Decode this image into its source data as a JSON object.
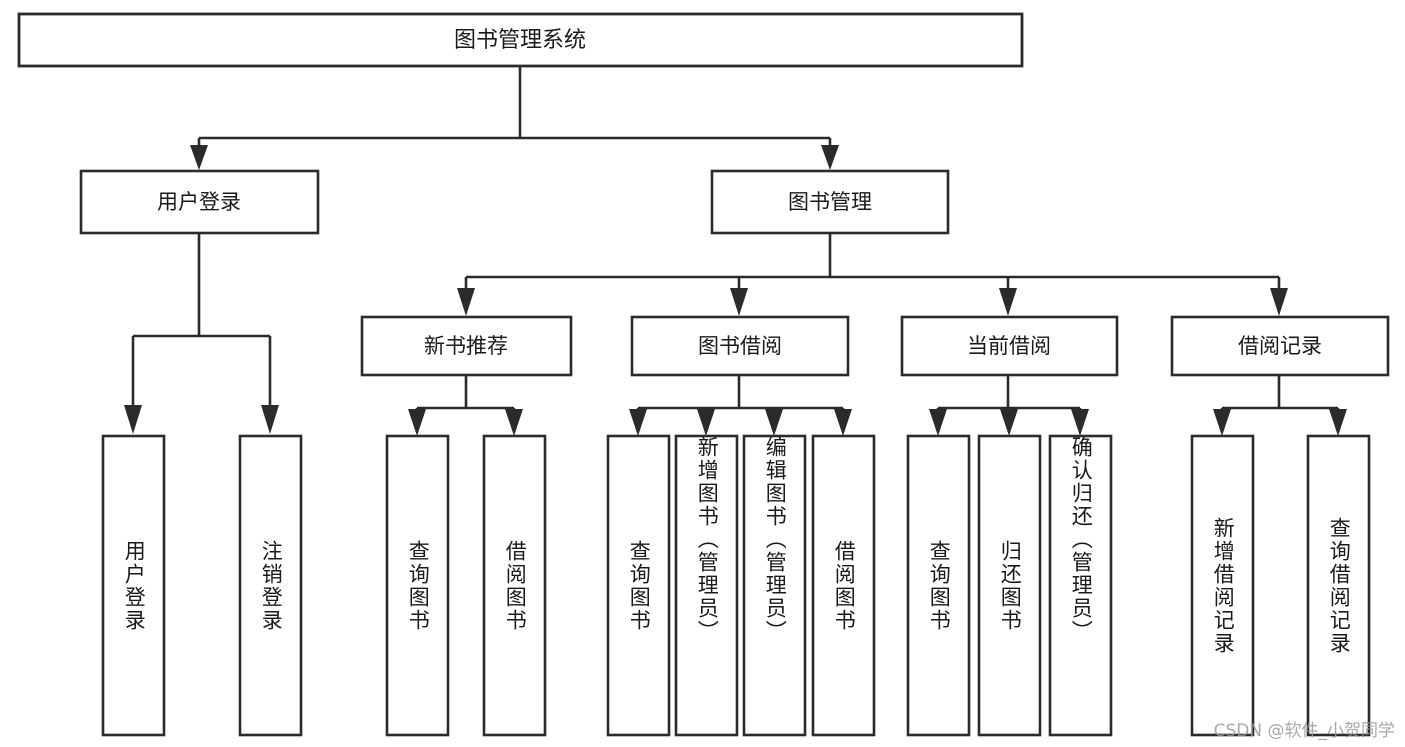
{
  "diagram": {
    "title": "图书管理系统",
    "type": "hierarchy-tree",
    "root": {
      "id": "root",
      "label": "图书管理系统",
      "orientation": "horizontal"
    },
    "level2": [
      {
        "id": "user-login",
        "label": "用户登录",
        "orientation": "horizontal"
      },
      {
        "id": "book-management",
        "label": "图书管理",
        "orientation": "horizontal"
      }
    ],
    "level3": [
      {
        "id": "new-book-recommend",
        "label": "新书推荐",
        "parent": "book-management",
        "orientation": "horizontal"
      },
      {
        "id": "book-borrow",
        "label": "图书借阅",
        "parent": "book-management",
        "orientation": "horizontal"
      },
      {
        "id": "current-borrow",
        "label": "当前借阅",
        "parent": "book-management",
        "orientation": "horizontal"
      },
      {
        "id": "borrow-record",
        "label": "借阅记录",
        "parent": "book-management",
        "orientation": "horizontal"
      }
    ],
    "leaves": [
      {
        "id": "leaf-user-login",
        "label": "用户登录",
        "parent": "user-login",
        "orientation": "vertical"
      },
      {
        "id": "leaf-user-logout",
        "label": "注销登录",
        "parent": "user-login",
        "orientation": "vertical"
      },
      {
        "id": "leaf-query-book-1",
        "label": "查询图书",
        "parent": "new-book-recommend",
        "orientation": "vertical"
      },
      {
        "id": "leaf-borrow-book-1",
        "label": "借阅图书",
        "parent": "new-book-recommend",
        "orientation": "vertical"
      },
      {
        "id": "leaf-query-book-2",
        "label": "查询图书",
        "parent": "book-borrow",
        "orientation": "vertical"
      },
      {
        "id": "leaf-add-book",
        "label": "新增图书（管理员）",
        "parent": "book-borrow",
        "orientation": "vertical"
      },
      {
        "id": "leaf-edit-book",
        "label": "编辑图书（管理员）",
        "parent": "book-borrow",
        "orientation": "vertical"
      },
      {
        "id": "leaf-borrow-book-2",
        "label": "借阅图书",
        "parent": "book-borrow",
        "orientation": "vertical"
      },
      {
        "id": "leaf-query-book-3",
        "label": "查询图书",
        "parent": "current-borrow",
        "orientation": "vertical"
      },
      {
        "id": "leaf-return-book",
        "label": "归还图书",
        "parent": "current-borrow",
        "orientation": "vertical"
      },
      {
        "id": "leaf-confirm-return",
        "label": "确认归还（管理员）",
        "parent": "current-borrow",
        "orientation": "vertical"
      },
      {
        "id": "leaf-add-record",
        "label": "新增借阅记录",
        "parent": "borrow-record",
        "orientation": "vertical"
      },
      {
        "id": "leaf-query-record",
        "label": "查询借阅记录",
        "parent": "borrow-record",
        "orientation": "vertical"
      }
    ],
    "colors": {
      "stroke": "#2b2b2b",
      "box_fill": "#ffffff",
      "text": "#1a1a1a",
      "background": "#ffffff",
      "watermark": "#9a9a9a"
    }
  },
  "watermark": {
    "text": "CSDN @软件_小贺同学"
  }
}
